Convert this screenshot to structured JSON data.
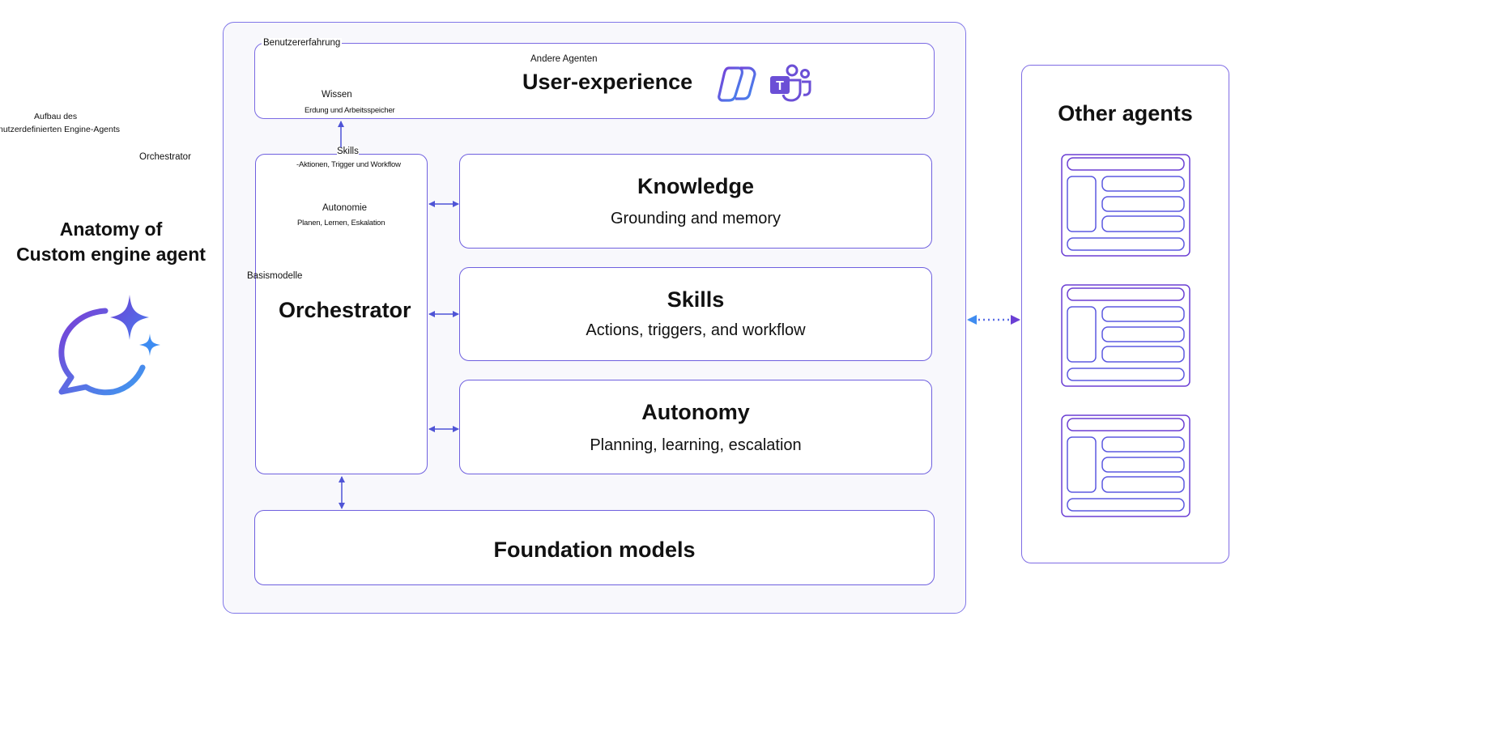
{
  "left_panel": {
    "caption_line1": "Aufbau des",
    "caption_line2": "nutzerdefinierten Engine-Agents",
    "orchestrator_label": "Orchestrator",
    "title_line1": "Anatomy of",
    "title_line2": "Custom engine agent",
    "icon": "copilot-chat-sparkle-icon"
  },
  "user_experience": {
    "tag": "Benutzererfahrung",
    "other_agents_label": "Andere Agenten",
    "title": "User-experience",
    "wissen": "Wissen",
    "erdung": "Erdung und Arbeitsspeicher",
    "icons": [
      "copilot-icon",
      "teams-icon"
    ]
  },
  "orchestrator": {
    "skills_label": "Skills",
    "skills_desc": "-Aktionen, Trigger und Workflow",
    "autonomie_label": "Autonomie",
    "autonomie_desc": "Planen, Lernen, Eskalation",
    "basismodelle": "Basismodelle",
    "title": "Orchestrator"
  },
  "capabilities": [
    {
      "title": "Knowledge",
      "subtitle": "Grounding and memory"
    },
    {
      "title": "Skills",
      "subtitle": "Actions, triggers, and workflow"
    },
    {
      "title": "Autonomy",
      "subtitle": "Planning, learning, escalation"
    }
  ],
  "foundation": {
    "title": "Foundation models"
  },
  "other_agents": {
    "title": "Other agents",
    "cards": 3
  },
  "colors": {
    "accent_purple": "#6b3fd4",
    "accent_blue": "#4a8af0",
    "arrow": "#5a52d8"
  }
}
